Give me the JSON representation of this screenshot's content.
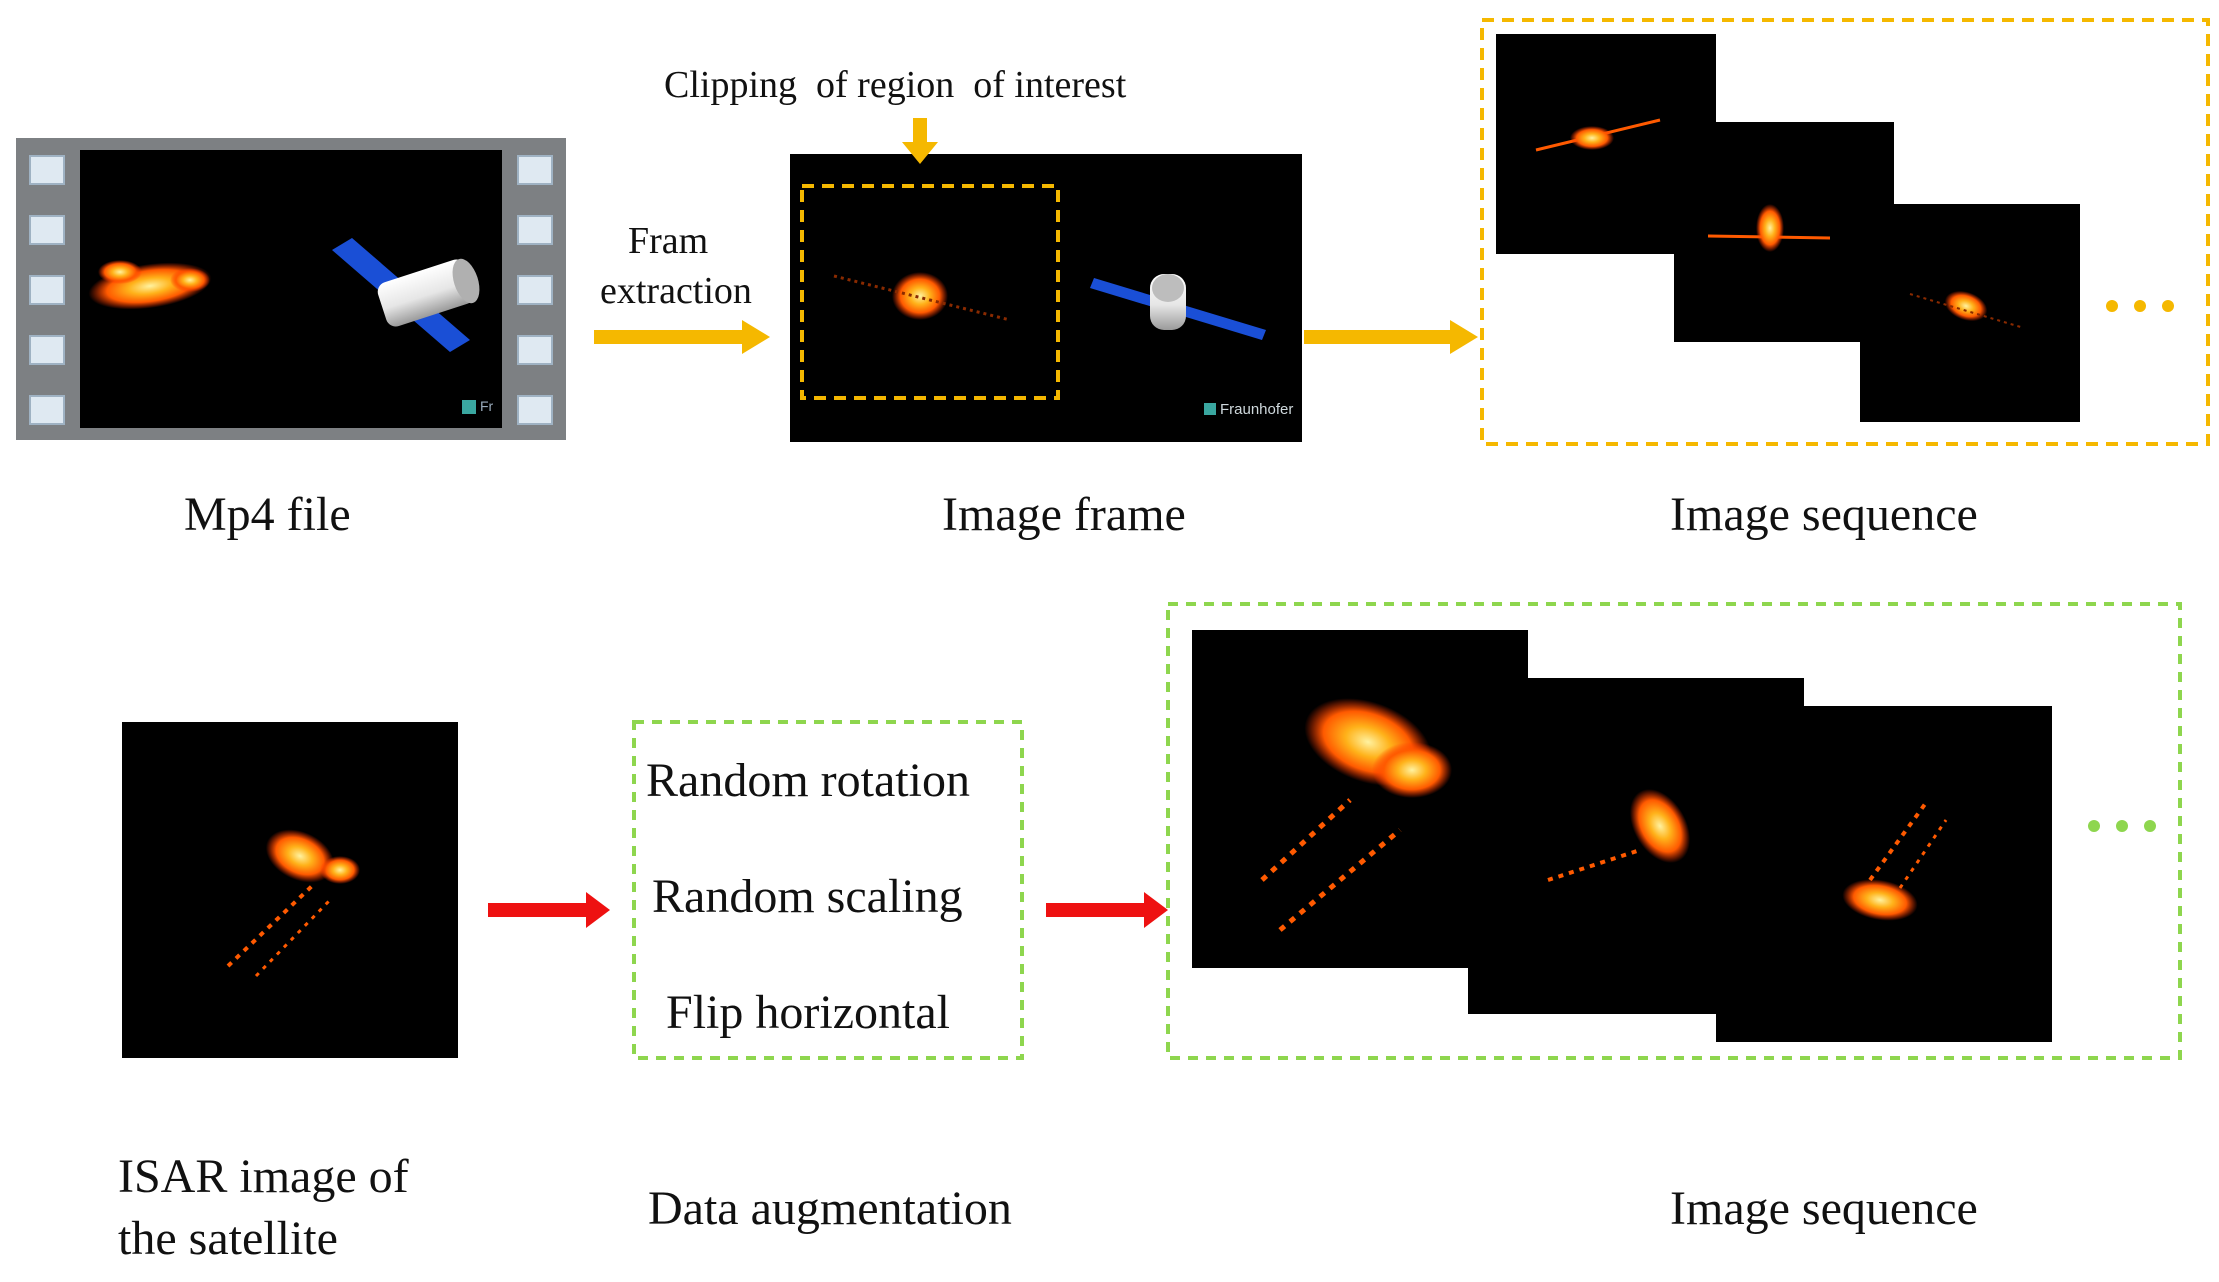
{
  "top_row": {
    "mp4_label": "Mp4 file",
    "fram_label_line1": "Fram",
    "fram_label_line2": "extraction",
    "clip_label": "Clipping  of region  of interest",
    "frame_label": "Image frame",
    "sequence_label": "Image sequence",
    "logo_text": "Fraunhofer",
    "logo_text_short": "Fr"
  },
  "bottom_row": {
    "isar_label_line1": "ISAR image of",
    "isar_label_line2": "the satellite",
    "augment_options": [
      "Random rotation",
      "Random scaling",
      "Flip horizontal"
    ],
    "augment_label": "Data augmentation",
    "sequence_label": "Image sequence"
  },
  "colors": {
    "yellow_accent": "#f5b800",
    "green_accent": "#8ed64e",
    "red_arrow": "#ee1111",
    "satellite_panel": "#1a4fd6",
    "radar_hot": "#ff7a10"
  },
  "icons": [
    "film-strip-icon",
    "satellite-icon",
    "ellipsis-icon"
  ]
}
